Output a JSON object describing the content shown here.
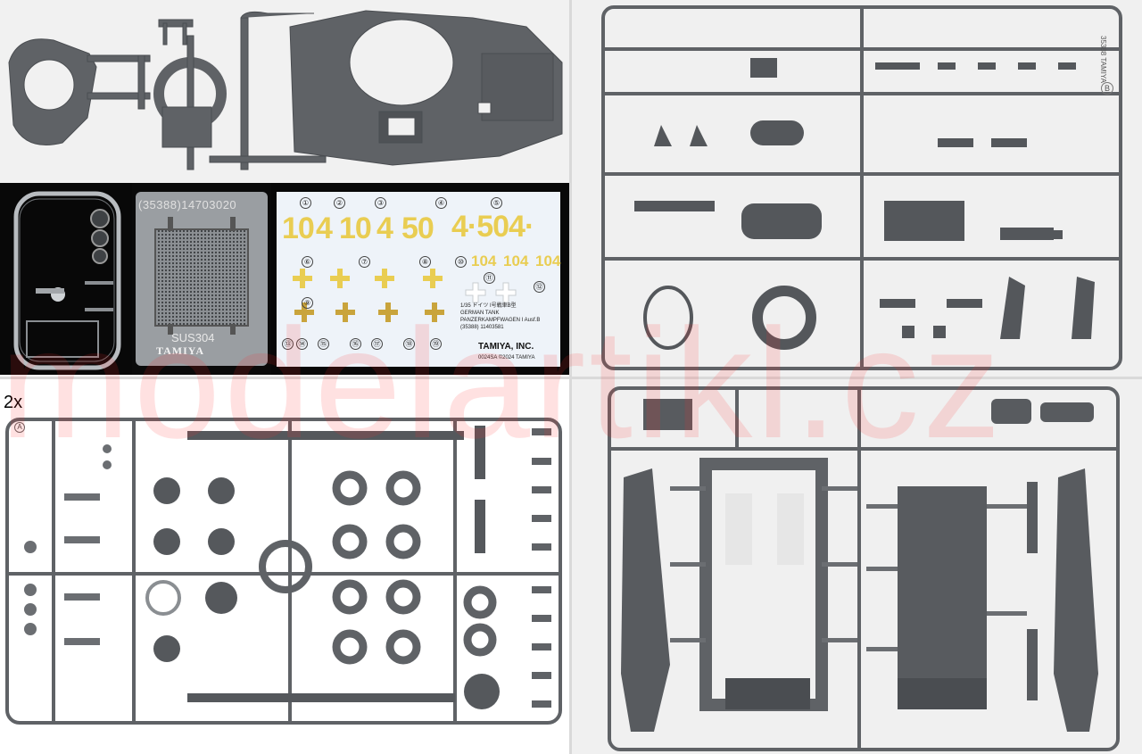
{
  "photo": {
    "subject": "Plastic model kit sprues, clear parts, photo-etched grille and decal sheet"
  },
  "etched_sheet": {
    "code": "(35388)14703020",
    "material": "SUS304",
    "brand": "TAMIYA"
  },
  "decals": {
    "numbers": [
      "①",
      "②",
      "③",
      "④",
      "⑤",
      "⑥",
      "⑦",
      "⑧",
      "⑨",
      "⑩",
      "⑪",
      "⑫",
      "⑬",
      "⑭",
      "⑮",
      "⑯",
      "⑰",
      "⑱",
      "⑲"
    ],
    "big_markings": [
      "10",
      "4",
      "10",
      "4",
      "50",
      "4·504·"
    ],
    "small_markings": [
      "104",
      "104",
      "104"
    ],
    "info_lines": [
      "1/35 ドイツ I号戦車B型",
      "GERMAN TANK",
      "PANZERKAMPFWAGEN I Ausf.B",
      "(35388) 11403581"
    ],
    "brand": "TAMIYA, INC.",
    "footer": "0024SA  ©2024 TAMIYA"
  },
  "sprue_b": {
    "side_text": "35388 TAMIYA",
    "letter": "B"
  },
  "sprue_a": {
    "multiplier": "2x",
    "letter": "A"
  },
  "watermark": {
    "text": "modelartikl.cz"
  },
  "colors": {
    "plastic": "#606367",
    "plastic_dark": "#4a4d51",
    "decal_yellow": "#e9cd52",
    "watermark": "#ff2828"
  }
}
